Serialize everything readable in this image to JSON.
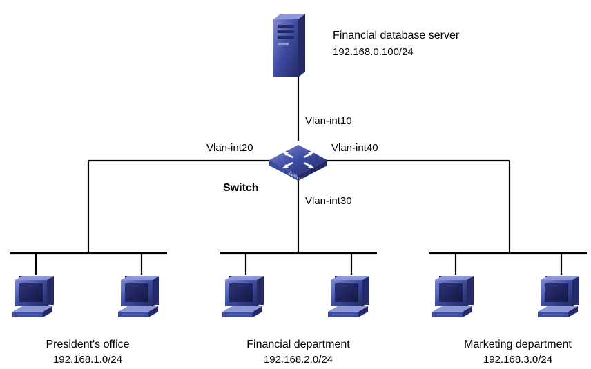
{
  "server": {
    "name": "Financial database server",
    "ip": "192.168.0.100/24",
    "icon": "server-tower-icon"
  },
  "switch": {
    "name": "Switch",
    "icon": "network-switch-icon",
    "badge_text": "SWITCH",
    "interfaces": {
      "to_server": "Vlan-int10",
      "to_president": "Vlan-int20",
      "to_financial": "Vlan-int30",
      "to_marketing": "Vlan-int40"
    }
  },
  "segments": [
    {
      "name": "President's office",
      "subnet": "192.168.1.0/24"
    },
    {
      "name": "Financial department",
      "subnet": "192.168.2.0/24"
    },
    {
      "name": "Marketing department",
      "subnet": "192.168.3.0/24"
    }
  ],
  "colors": {
    "device_blue": "#3d4aa0",
    "device_dark": "#232a66",
    "device_light": "#8f98d6",
    "screen": "#1b2156",
    "lines": "#000000"
  }
}
